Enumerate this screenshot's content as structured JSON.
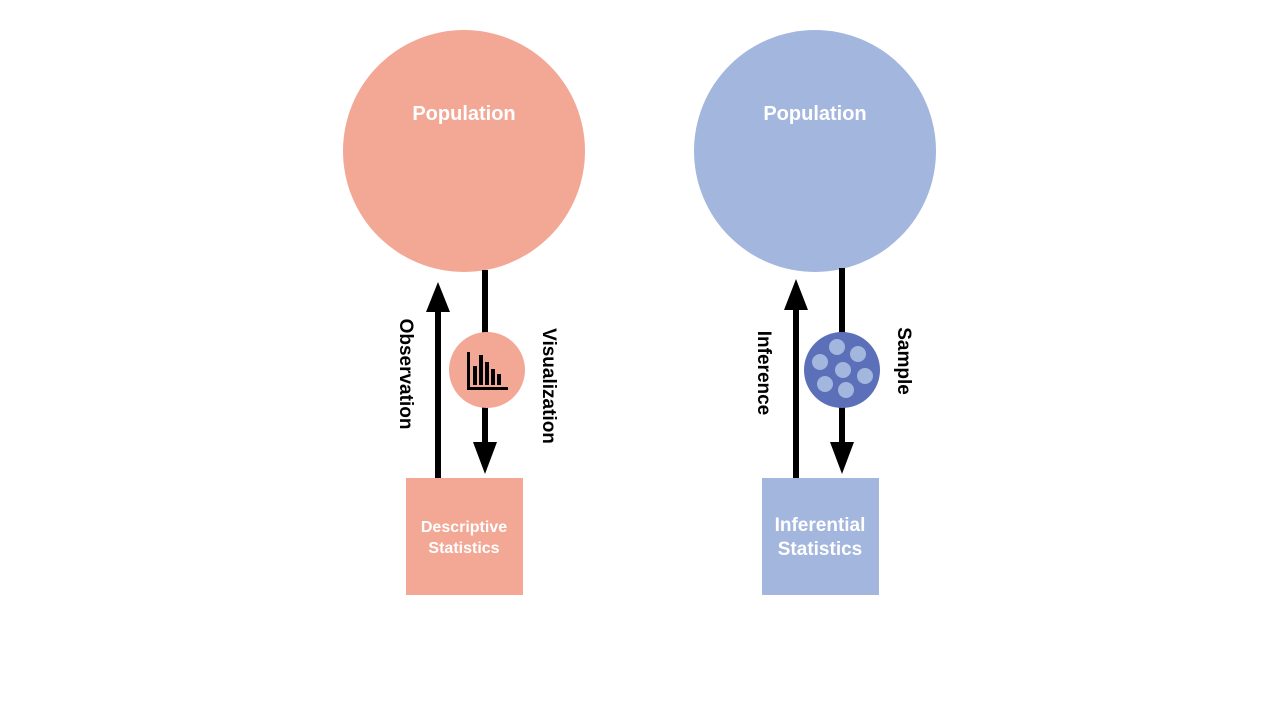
{
  "colors": {
    "descriptive": "#f3a795",
    "inferential": "#a3b6de",
    "sample_dark": "#5b70b8",
    "sample_dots": "#a3b6de",
    "arrow": "#000000",
    "text_light": "#ffffff",
    "text_dark": "#000000"
  },
  "descriptive": {
    "population_label": "Population",
    "box_line1": "Descriptive",
    "box_line2": "Statistics",
    "up_label": "Observation",
    "down_label": "Visualization",
    "icon": "bar-chart-icon"
  },
  "inferential": {
    "population_label": "Population",
    "box_line1": "Inferential",
    "box_line2": "Statistics",
    "up_label": "Inference",
    "down_label": "Sample",
    "icon": "sample-dots-icon"
  }
}
